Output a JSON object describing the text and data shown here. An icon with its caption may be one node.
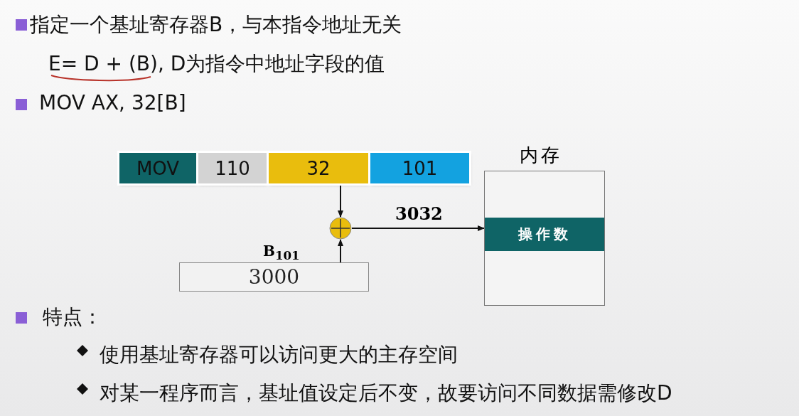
{
  "diagram": {
    "nodes": [
      {
        "text": [
          "MOV"
        ]
      },
      {
        "text": [
          "110"
        ]
      },
      {
        "text": [
          "32"
        ]
      },
      {
        "text": [
          "101"
        ]
      },
      {
        "text": [],
        "shape": "circle"
      },
      {
        "text": [
          "B$_{101}$",
          "3000"
        ]
      },
      {
        "text": [
          "内存"
        ]
      },
      {
        "text": [
          "操作数"
        ],
        "in": 6
      }
    ],
    "edges": [
      {
        "from": 2,
        "to": 4,
        "arrow": "to"
      },
      {
        "from": 5,
        "to": 4,
        "arrow": "to"
      },
      {
        "from": 4,
        "to": 7,
        "arrow": "to",
        "label": "3032"
      }
    ],
    "labels": [
      "指定一个基址寄存器B，与本指令地址无关",
      "E= D + (B), D为指令中地址字段的值",
      "MOV AX, 32[B]",
      "特点：",
      "使用基址寄存器可以访问更大的主存空间",
      "对某一程序而言，基址值设定后不变，故要访问不同数据需修改D"
    ]
  }
}
